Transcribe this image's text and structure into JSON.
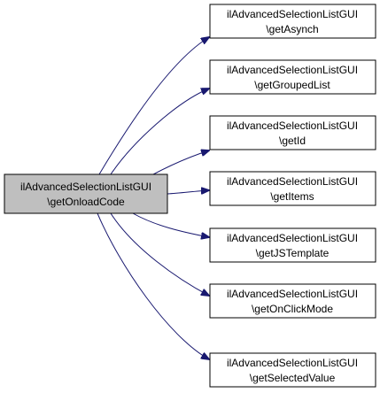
{
  "colors": {
    "edge": "#191970",
    "node_border": "#000000",
    "node_fill": "#ffffff",
    "source_fill": "#bfbfbf"
  },
  "source": {
    "line1": "ilAdvancedSelectionListGUI",
    "line2": "\\getOnloadCode"
  },
  "targets": [
    {
      "line1": "ilAdvancedSelectionListGUI",
      "line2": "\\getAsynch"
    },
    {
      "line1": "ilAdvancedSelectionListGUI",
      "line2": "\\getGroupedList"
    },
    {
      "line1": "ilAdvancedSelectionListGUI",
      "line2": "\\getId"
    },
    {
      "line1": "ilAdvancedSelectionListGUI",
      "line2": "\\getItems"
    },
    {
      "line1": "ilAdvancedSelectionListGUI",
      "line2": "\\getJSTemplate"
    },
    {
      "line1": "ilAdvancedSelectionListGUI",
      "line2": "\\getOnClickMode"
    },
    {
      "line1": "ilAdvancedSelectionListGUI",
      "line2": "\\getSelectedValue"
    }
  ]
}
